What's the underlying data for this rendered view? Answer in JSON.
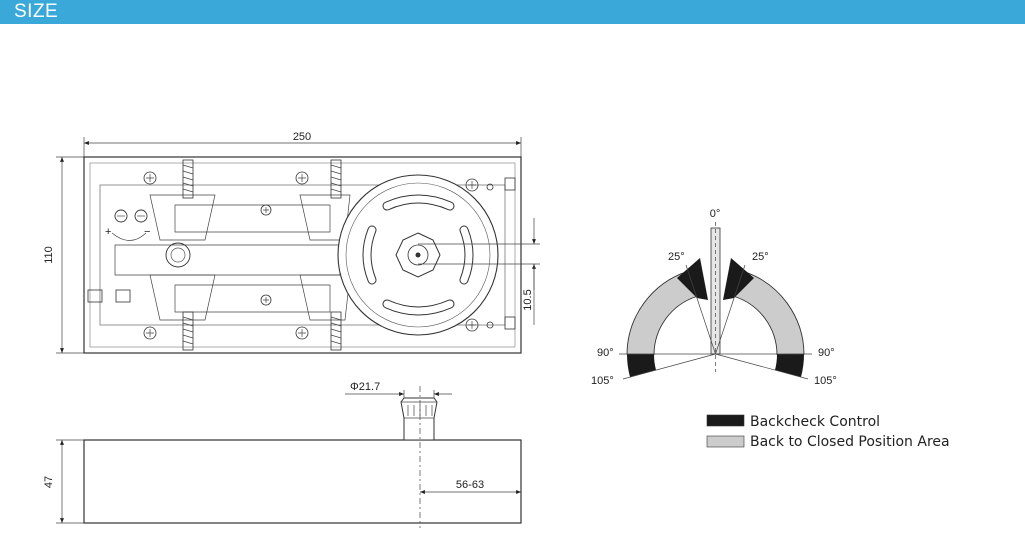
{
  "header": {
    "title": "SIZE",
    "color": "#3aa8d8"
  },
  "top_view": {
    "width_label": "250",
    "height_label": "110",
    "offset_label": "10.5"
  },
  "side_view": {
    "spindle_label": "Φ21.7",
    "height_label": "47",
    "offset_label": "56-63"
  },
  "angle_diagram": {
    "angles": {
      "zero": "0°",
      "left25": "25°",
      "right25": "25°",
      "left90": "90°",
      "right90": "90°",
      "left105": "105°",
      "right105": "105°"
    },
    "legend": [
      {
        "label": "Backcheck Control",
        "color": "#1a1a1a"
      },
      {
        "label": "Back to Closed Position Area",
        "color": "#cccccc"
      }
    ]
  }
}
